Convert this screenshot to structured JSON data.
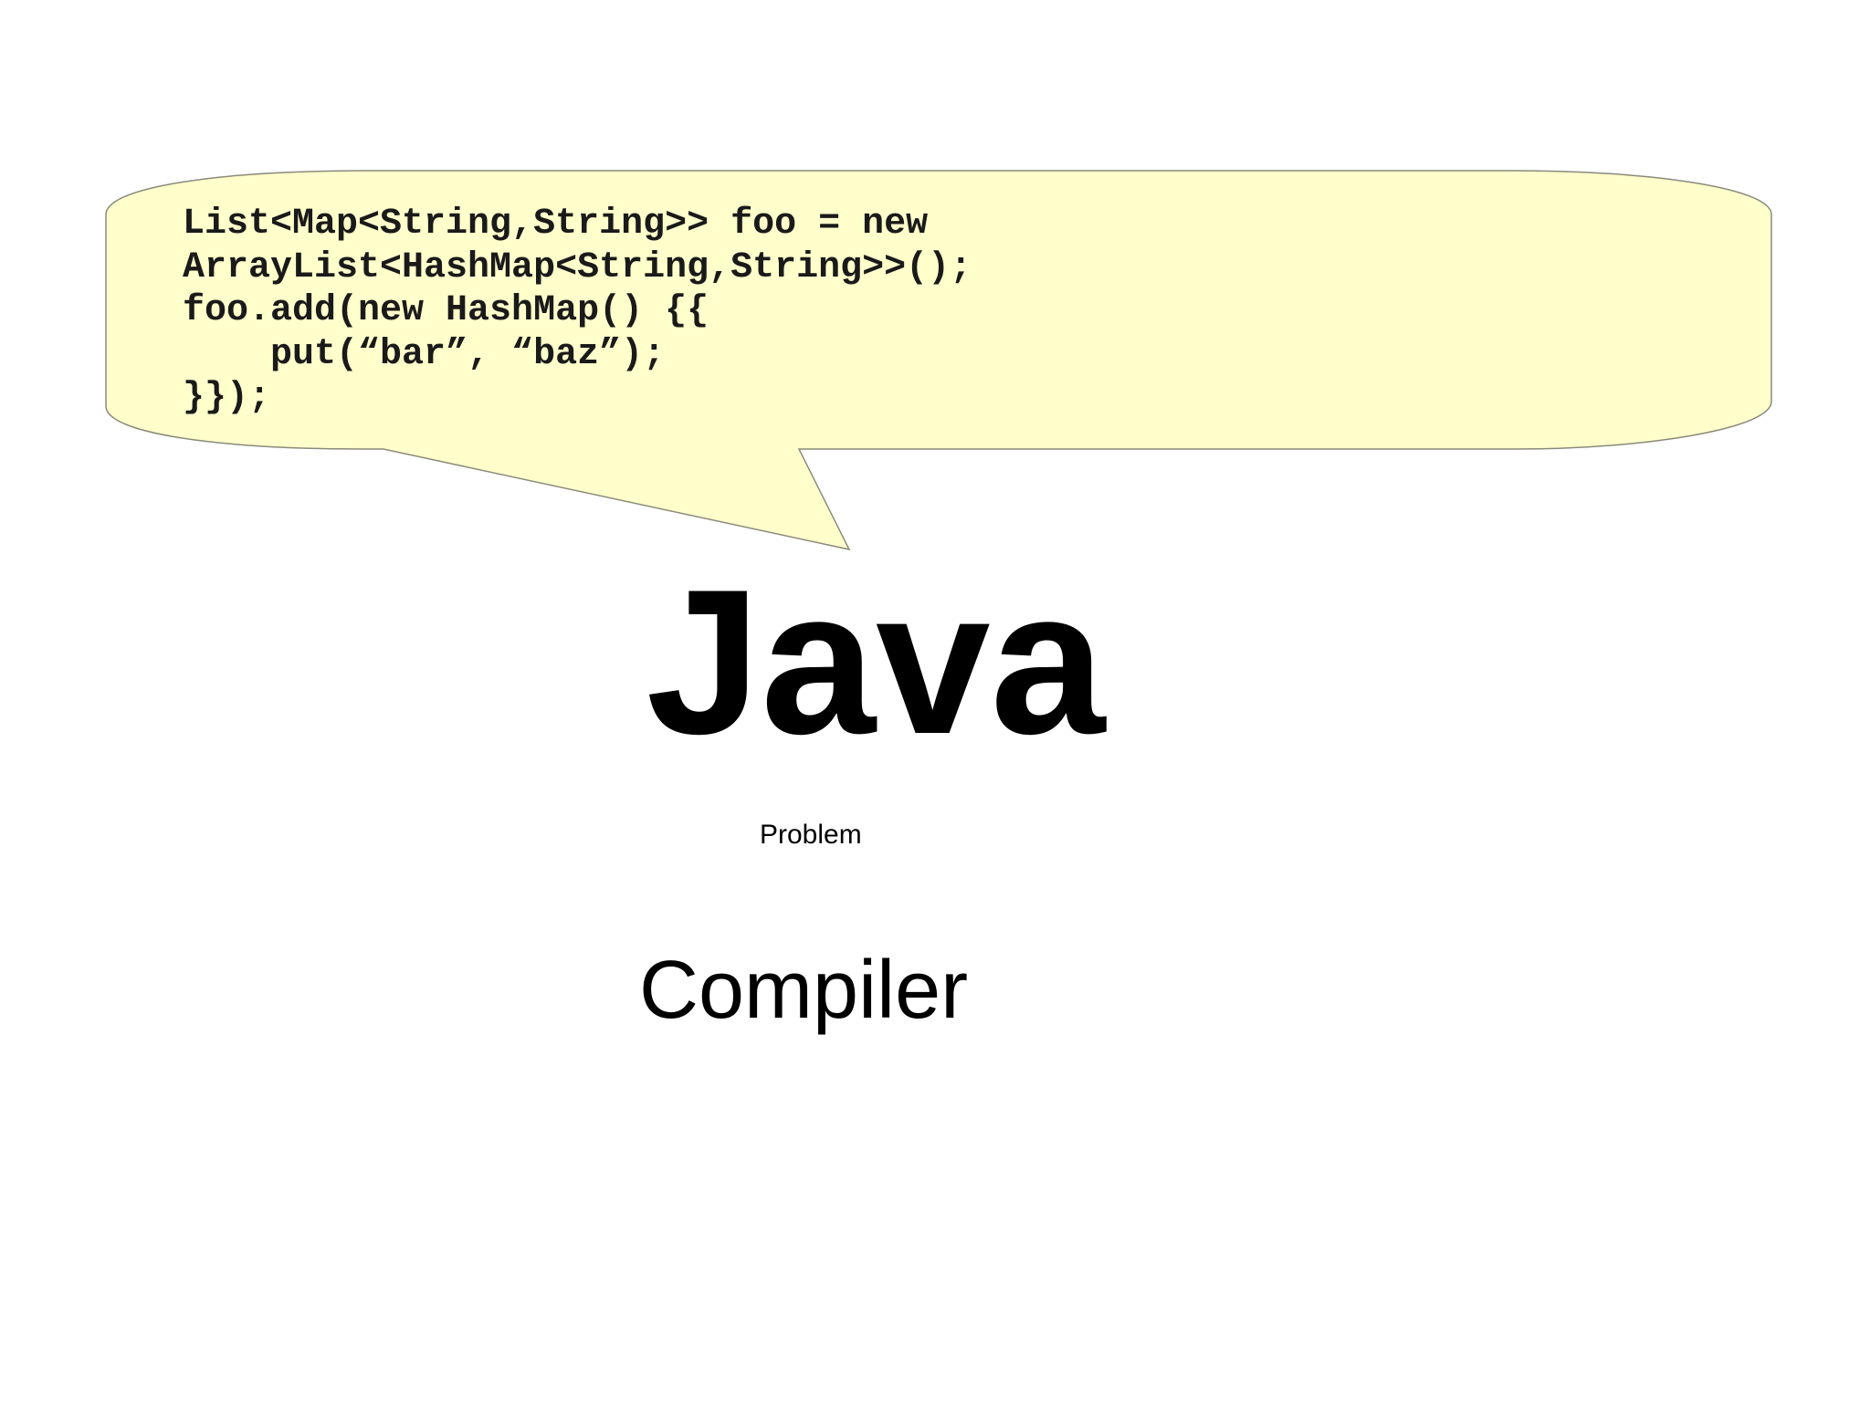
{
  "slide": {
    "title": "Java",
    "problem_label": "Problem",
    "compiler_label": "Compiler"
  },
  "speech_bubble": {
    "fill_color": "#ffffcc",
    "stroke_color": "#8a8a7a",
    "code_lines": [
      "List<Map<String,String>> foo = new",
      "ArrayList<HashMap<String,String>>();",
      "foo.add(new HashMap() {{",
      "    put(“bar”, “baz”);",
      "}});"
    ]
  }
}
